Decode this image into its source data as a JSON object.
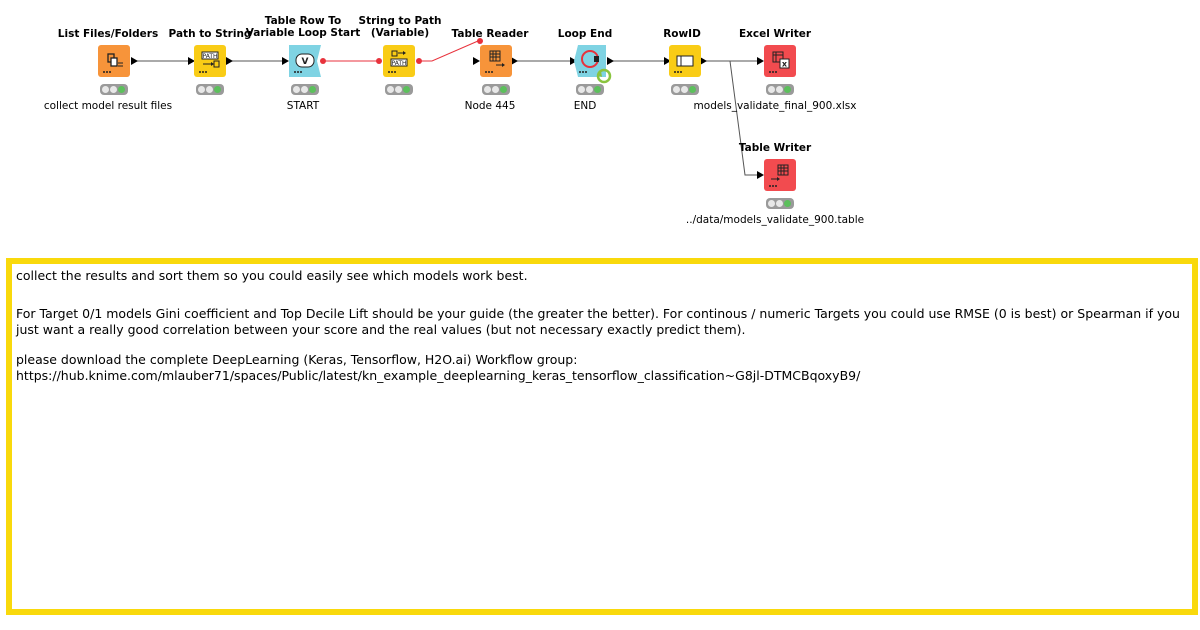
{
  "nodes": [
    {
      "title": "List Files/Folders",
      "label": "collect model result files",
      "color": "#f7943a"
    },
    {
      "title": "Path to String",
      "label": "",
      "color": "#f9cc16"
    },
    {
      "title_line1": "Table Row To",
      "title_line2": "Variable Loop Start",
      "label": "START",
      "color": "#7fd3e3"
    },
    {
      "title_line1": "String to Path",
      "title_line2": "(Variable)",
      "label": "",
      "color": "#f9cc16"
    },
    {
      "title": "Table Reader",
      "label": "Node 445",
      "color": "#f7943a"
    },
    {
      "title": "Loop End",
      "label": "END",
      "color": "#7fd3e3"
    },
    {
      "title": "RowID",
      "label": "",
      "color": "#f9cc16"
    },
    {
      "title": "Excel Writer",
      "label": "models_validate_final_900.xlsx",
      "color": "#f24b4f"
    },
    {
      "title": "Table Writer",
      "label": "../data/models_validate_900.table",
      "color": "#f24b4f"
    }
  ],
  "annotation": {
    "line1": "collect the results and sort them so you could easily see which models work best.",
    "line2": "For Target 0/1 models Gini coefficient and Top Decile Lift should be your guide (the greater the better). For continous / numeric Targets you could use RMSE (0 is best) or Spearman if you just want a really good correlation between your score and the real values (but not necessary exactly predict them).",
    "line3": "please download the complete DeepLearning (Keras, Tensorflow, H2O.ai) Workflow group:",
    "line4": "https://hub.knime.com/mlauber71/spaces/Public/latest/kn_example_deeplearning_keras_tensorflow_classification~G8jl-DTMCBqoxyB9/",
    "border_color": "#f9d90c"
  },
  "colors": {
    "connection": "#555555",
    "variable_connection": "#e8323c",
    "lamp_green": "#5cc05c",
    "lamp_off": "#e8e8e8"
  }
}
